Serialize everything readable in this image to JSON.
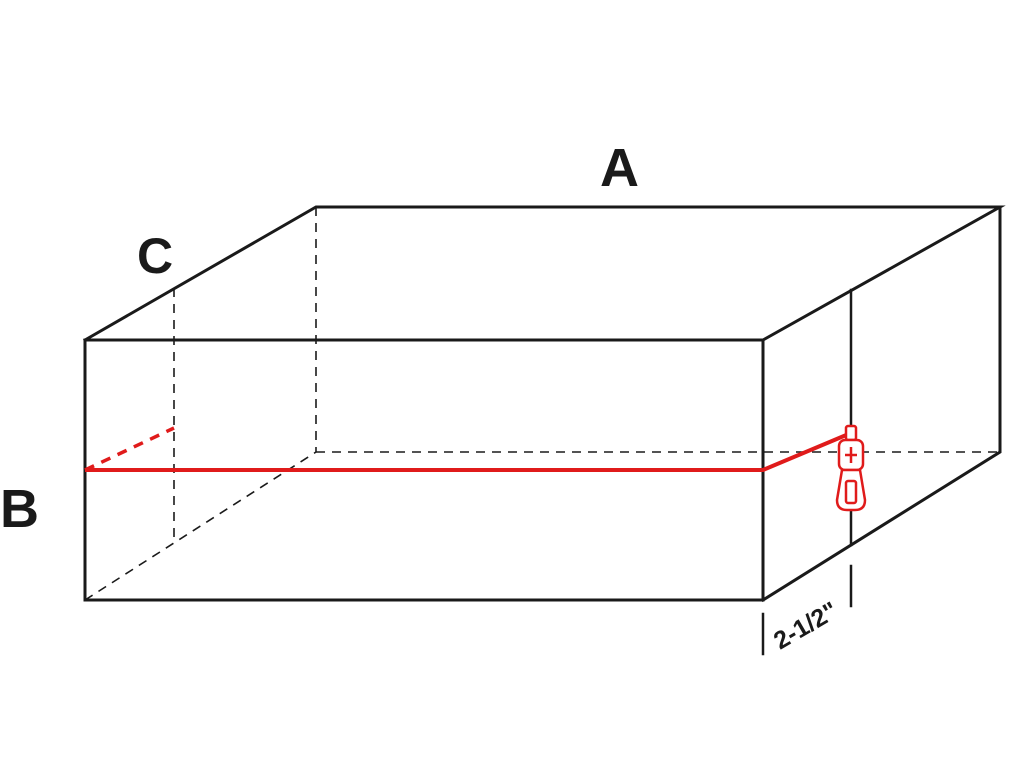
{
  "labels": {
    "length": "A",
    "height": "B",
    "depth": "C",
    "zipper_offset": "2-1/2\""
  },
  "colors": {
    "outline": "#1a1a1a",
    "zipper": "#e01b1b",
    "background": "#ffffff"
  },
  "icons": {
    "zipper_pull": "zipper-pull-icon"
  }
}
